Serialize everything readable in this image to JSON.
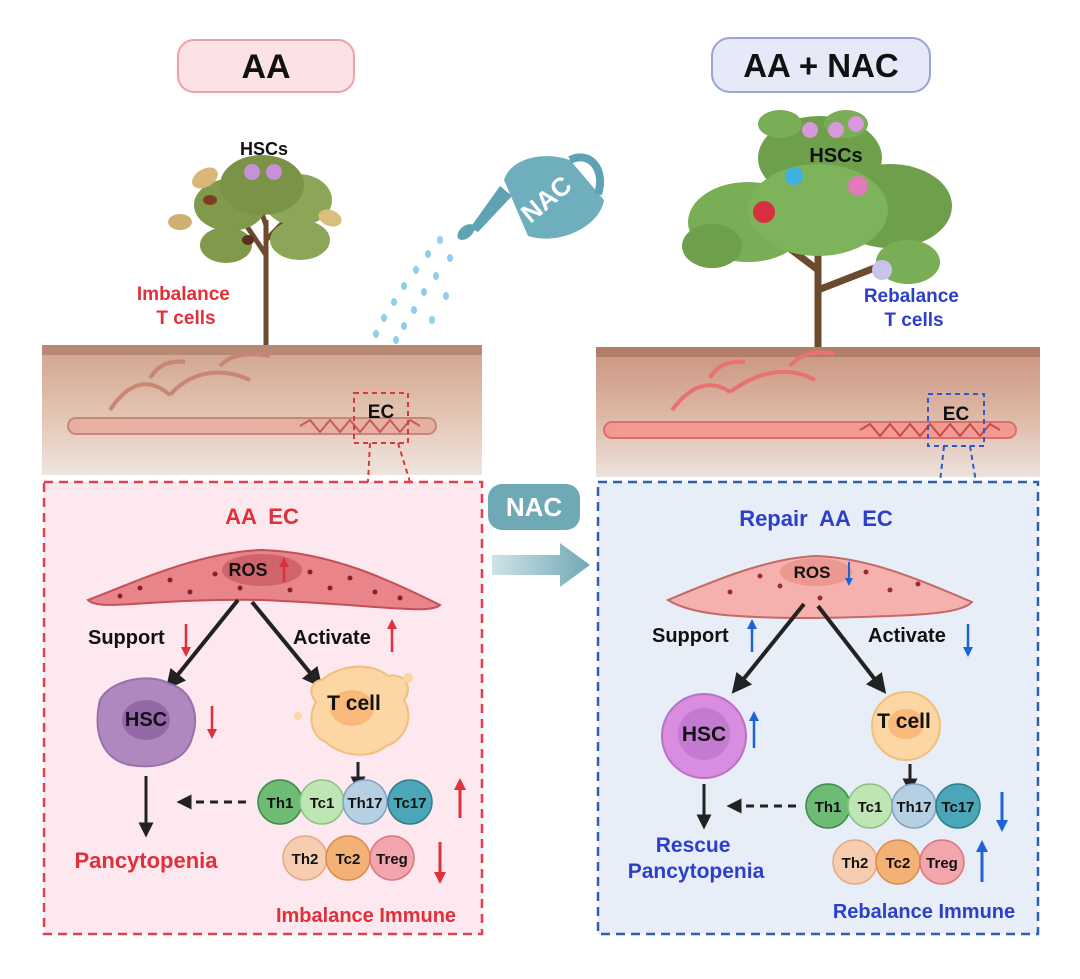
{
  "left_panel": {
    "title": "AA",
    "tree_label": "HSCs",
    "tcell_status": "Imbalance\nT cells",
    "ec_label": "EC",
    "box_title": "AA  EC",
    "ros_label": "ROS",
    "support_label": "Support",
    "activate_label": "Activate",
    "hsc_label": "HSC",
    "tcell_label": "T cell",
    "outcome": "Pancytopenia",
    "immune_status": "Imbalance Immune"
  },
  "right_panel": {
    "title": "AA + NAC",
    "tree_label": "HSCs",
    "tcell_status": "Rebalance\nT cells",
    "ec_label": "EC",
    "box_title": "Repair  AA  EC",
    "ros_label": "ROS",
    "support_label": "Support",
    "activate_label": "Activate",
    "hsc_label": "HSC",
    "tcell_label": "T cell",
    "outcome": "Rescue\nPancytopenia",
    "immune_status": "Rebalance Immune"
  },
  "treatment": {
    "can_label": "NAC",
    "arrow_label": "NAC"
  },
  "subsets": {
    "effector": [
      "Th1",
      "Tc1",
      "Th17",
      "Tc17"
    ],
    "regulatory": [
      "Th2",
      "Tc2",
      "Treg"
    ]
  },
  "colors": {
    "aa_red": "#e0303a",
    "nac_blue": "#2c3fc8",
    "arrow_blue": "#1d63d6",
    "teal": "#6fa9b5"
  }
}
